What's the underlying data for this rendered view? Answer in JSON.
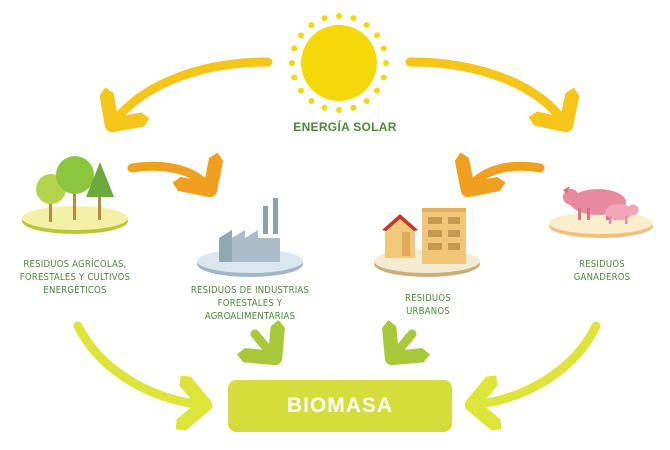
{
  "solar": {
    "label": "ENERGÍA SOLAR"
  },
  "sources": {
    "agricola": "RESIDUOS AGRÍCOLAS,\nFORESTALES Y CULTIVOS\nENERGÉTICOS",
    "industrias": "RESIDUOS DE INDUSTRIAS\nFORESTALES Y\nAGROALIMENTARIAS",
    "urbanos": "RESIDUOS\nURBANOS",
    "ganaderos": "RESIDUOS\nGANADEROS"
  },
  "target": {
    "label": "BIOMASA"
  },
  "colors": {
    "sun": "#f4d80a",
    "yellow_arrow": "#f5c51a",
    "orange_arrow": "#f0a01e",
    "green_arrow": "#a9c93a",
    "lime_arrow": "#dde43a",
    "biomasa_box": "#d4dd3a",
    "text_green": "#4a8a3a"
  },
  "icons": {
    "sun": "sun-icon",
    "trees": "trees-icon",
    "factory": "factory-icon",
    "buildings": "buildings-icon",
    "pigs": "pigs-icon"
  }
}
